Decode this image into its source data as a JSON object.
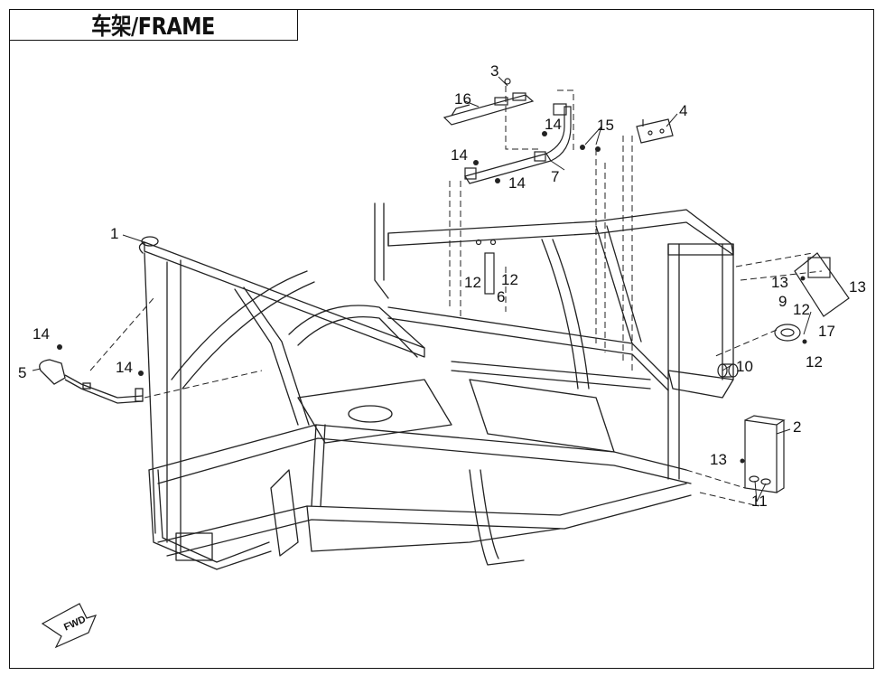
{
  "title": "车架/FRAME",
  "callouts": {
    "c1": "1",
    "c2": "2",
    "c3": "3",
    "c4": "4",
    "c5": "5",
    "c6": "6",
    "c7": "7",
    "c9": "9",
    "c10": "10",
    "c11": "11",
    "c12a": "12",
    "c12b": "12",
    "c12c": "12",
    "c12d": "12",
    "c13a": "13",
    "c13b": "13",
    "c13c": "13",
    "c14a": "14",
    "c14b": "14",
    "c14c": "14",
    "c14d": "14",
    "c14e": "14",
    "c15": "15",
    "c16": "16",
    "c17": "17"
  },
  "fwd_label": "FWD"
}
